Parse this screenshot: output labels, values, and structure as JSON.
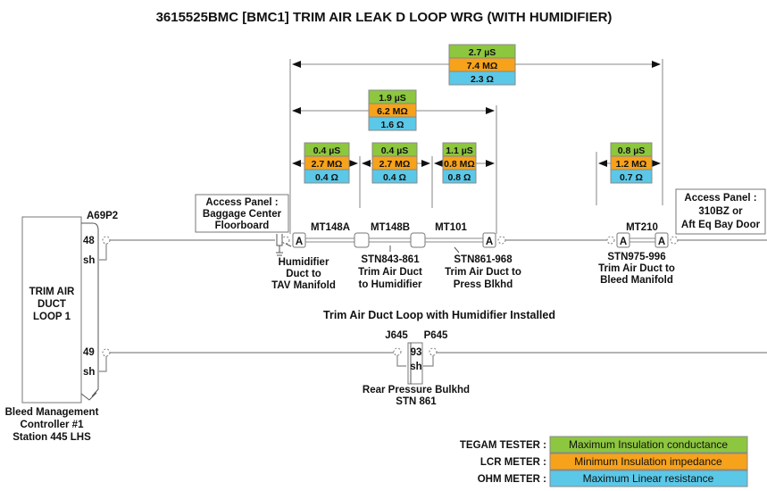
{
  "title": "3615525BMC [BMC1] TRIM AIR LEAK D LOOP WRG (WITH HUMIDIFIER)",
  "colors": {
    "conductance": "#8dc63f",
    "impedance": "#f7a21b",
    "resistance": "#5bc8e8"
  },
  "measurements": [
    {
      "id": "overall",
      "conductance": "2.7 µS",
      "impedance": "7.4 MΩ",
      "resistance": "2.3 Ω"
    },
    {
      "id": "humidifier-to-press-blkhd",
      "conductance": "1.9 µS",
      "impedance": "6.2 MΩ",
      "resistance": "1.6 Ω"
    },
    {
      "id": "mt148a",
      "conductance": "0.4 µS",
      "impedance": "2.7 MΩ",
      "resistance": "0.4 Ω"
    },
    {
      "id": "mt148b",
      "conductance": "0.4 µS",
      "impedance": "2.7 MΩ",
      "resistance": "0.4 Ω"
    },
    {
      "id": "mt101",
      "conductance": "1.1 µS",
      "impedance": "0.8 MΩ",
      "resistance": "0.8 Ω"
    },
    {
      "id": "mt210",
      "conductance": "0.8 µS",
      "impedance": "1.2 MΩ",
      "resistance": "0.7 Ω"
    }
  ],
  "access_panels": {
    "left": [
      "Access Panel :",
      "Baggage Center",
      "Floorboard"
    ],
    "right": [
      "Access Panel :",
      "310BZ or",
      "Aft Eq Bay Door"
    ]
  },
  "controller": {
    "connector": "A69P2",
    "box_label": [
      "TRIM AIR",
      "DUCT",
      "LOOP 1"
    ],
    "pins": [
      "48",
      "sh",
      "49",
      "sh"
    ],
    "caption": [
      "Bleed Management",
      "Controller #1",
      "Station 445 LHS"
    ]
  },
  "ducts": {
    "mt148a": "MT148A",
    "mt148b": "MT148B",
    "mt101": "MT101",
    "mt210": "MT210",
    "sensor_tag": "A"
  },
  "duct_captions": {
    "humidifier": [
      "Humidifier",
      "Duct to",
      "TAV Manifold"
    ],
    "stn843": [
      "STN843-861",
      "Trim Air Duct",
      "to Humidifier"
    ],
    "stn861": [
      "STN861-968",
      "Trim Air Duct to",
      "Press Blkhd"
    ],
    "stn975": [
      "STN975-996",
      "Trim Air Duct to",
      "Bleed Manifold"
    ]
  },
  "loop_caption": "Trim Air Duct Loop with Humidifier Installed",
  "bulkhead": {
    "j": "J645",
    "p": "P645",
    "pins": [
      "93",
      "sh"
    ],
    "caption": [
      "Rear Pressure Bulkhd",
      "STN 861"
    ]
  },
  "legend": [
    {
      "device": "TEGAM TESTER :",
      "text": "Maximum Insulation conductance",
      "key": "conductance"
    },
    {
      "device": "LCR METER :",
      "text": "Minimum Insulation impedance",
      "key": "impedance"
    },
    {
      "device": "OHM METER :",
      "text": "Maximum Linear resistance",
      "key": "resistance"
    }
  ]
}
